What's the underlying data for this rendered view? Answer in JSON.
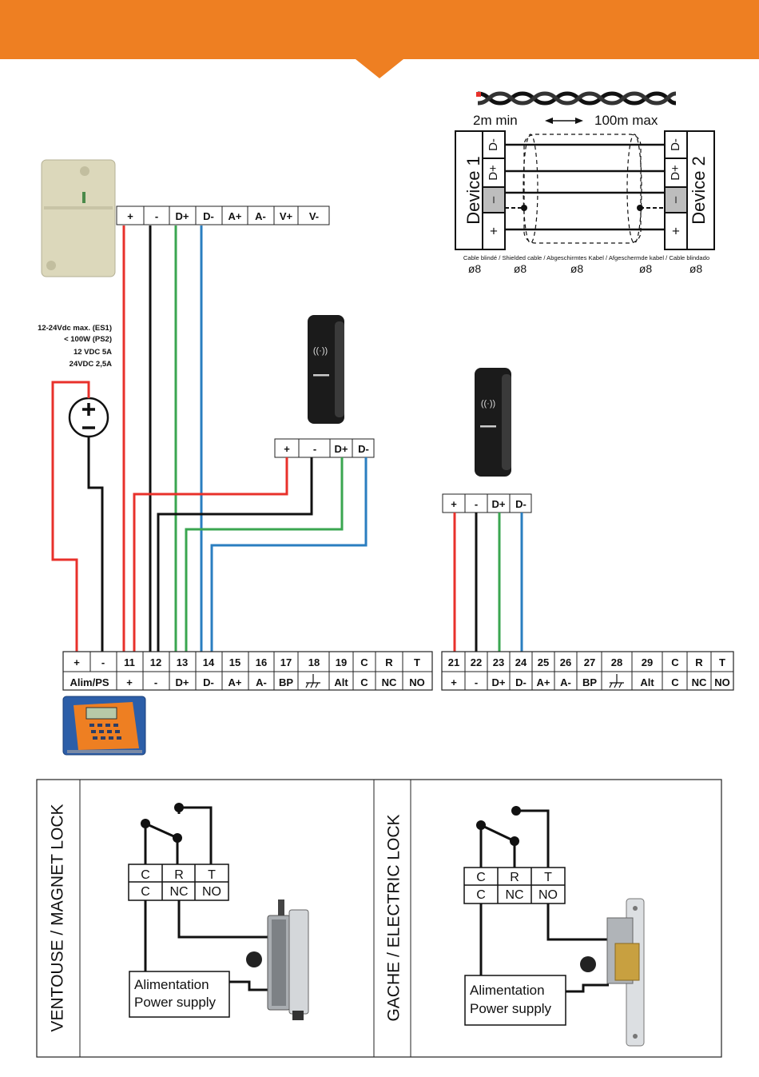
{
  "colors": {
    "header": "#ee7f22",
    "red": "#e8312b",
    "black": "#111111",
    "green": "#3aa650",
    "blue": "#2a7ec0"
  },
  "module_terminals": [
    "+",
    "-",
    "D+",
    "D-",
    "A+",
    "A-",
    "V+",
    "V-"
  ],
  "reader1_terminals": [
    "+",
    "-",
    "D+",
    "D-"
  ],
  "reader2_terminals": [
    "+",
    "-",
    "D+",
    "D-"
  ],
  "power_specs": [
    "12-24Vdc max. (ES1)",
    "< 100W (PS2)",
    "12 VDC 5A",
    "24VDC 2,5A"
  ],
  "cable_diagram": {
    "min_label": "2m min",
    "max_label": "100m max",
    "device1": "Device 1",
    "device2": "Device 2",
    "pins": [
      "D-",
      "D+",
      "–",
      "+"
    ],
    "caption": "Cable blindé / Shielded cable / Abgeschirmtes Kabel / Afgeschermde kabel / Cable blindado",
    "diameters": [
      "ø8",
      "ø8",
      "ø8",
      "ø8",
      "ø8"
    ]
  },
  "terminal_block_left": {
    "top": [
      "+",
      "-",
      "11",
      "12",
      "13",
      "14",
      "15",
      "16",
      "17",
      "18",
      "19",
      "C",
      "R",
      "T"
    ],
    "bottom": [
      "Alim/PS",
      "+",
      "-",
      "D+",
      "D-",
      "A+",
      "A-",
      "BP",
      "",
      "Alt",
      "C",
      "NC",
      "NO"
    ]
  },
  "terminal_block_right": {
    "top": [
      "21",
      "22",
      "23",
      "24",
      "25",
      "26",
      "27",
      "28",
      "29",
      "C",
      "R",
      "T"
    ],
    "bottom": [
      "+",
      "-",
      "D+",
      "D-",
      "A+",
      "A-",
      "BP",
      "",
      "Alt",
      "C",
      "NC",
      "NO"
    ]
  },
  "lock_panels": [
    {
      "title": "VENTOUSE / MAGNET LOCK",
      "top_row": [
        "C",
        "R",
        "T"
      ],
      "bottom_row": [
        "C",
        "NC",
        "NO"
      ],
      "supply": [
        "Alimentation",
        "Power supply"
      ]
    },
    {
      "title": "GACHE / ELECTRIC LOCK",
      "top_row": [
        "C",
        "R",
        "T"
      ],
      "bottom_row": [
        "C",
        "NC",
        "NO"
      ],
      "supply": [
        "Alimentation",
        "Power supply"
      ]
    }
  ]
}
